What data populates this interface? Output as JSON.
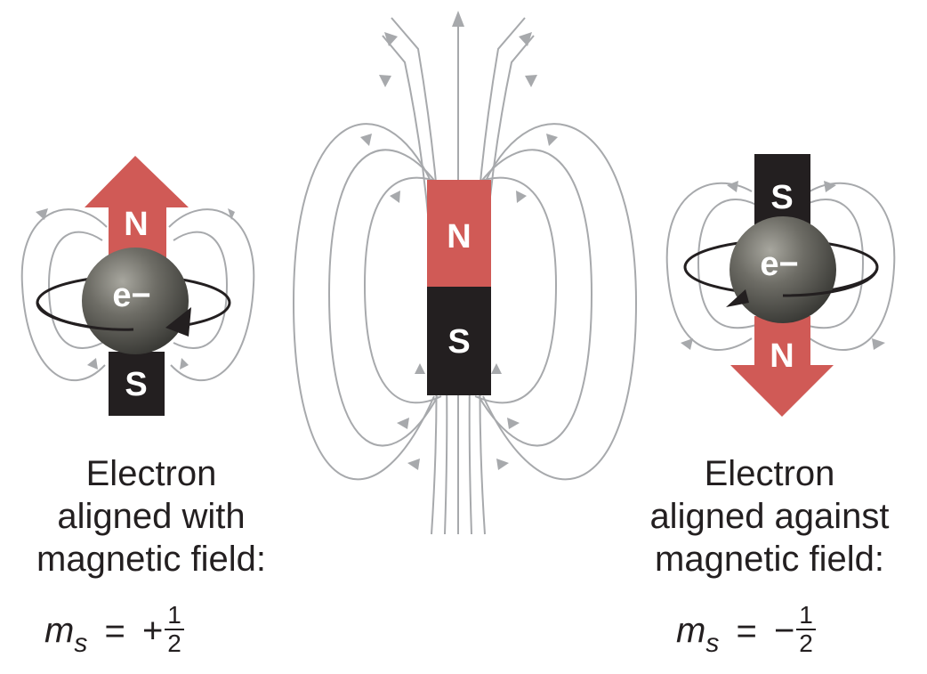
{
  "diagram": {
    "colors": {
      "north": "#d05a56",
      "south": "#231f20",
      "field_line": "#a7a9ac",
      "electron": "#6b6a63",
      "text": "#231f20"
    },
    "left_electron": {
      "arrow_label": "N",
      "tail_label": "S",
      "particle_label": "e−",
      "caption_lines": [
        "Electron",
        "aligned with",
        "magnetic field:"
      ],
      "formula": {
        "symbol": "m",
        "subscript": "s",
        "equals": "=",
        "sign": "+",
        "numerator": "1",
        "denominator": "2"
      }
    },
    "center_magnet": {
      "top_label": "N",
      "bottom_label": "S"
    },
    "right_electron": {
      "arrow_label": "N",
      "tail_label": "S",
      "particle_label": "e−",
      "caption_lines": [
        "Electron",
        "aligned against",
        "magnetic field:"
      ],
      "formula": {
        "symbol": "m",
        "subscript": "s",
        "equals": "=",
        "sign": "−",
        "numerator": "1",
        "denominator": "2"
      }
    }
  }
}
